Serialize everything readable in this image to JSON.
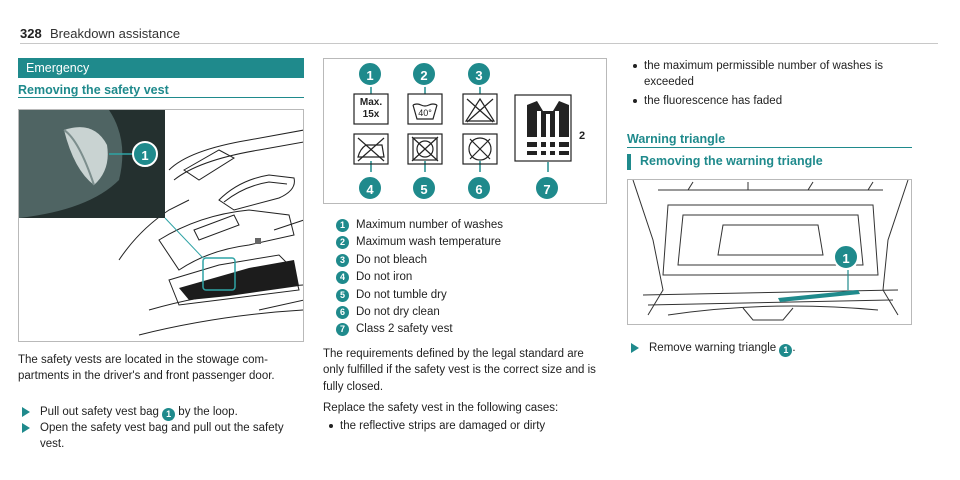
{
  "header": {
    "page_number": "328",
    "section": "Breakdown assistance"
  },
  "left": {
    "banner": "Emergency",
    "heading": "Removing the safety vest",
    "figure": {
      "callout": "1"
    },
    "paragraph": "The safety vests are located in the stowage com-partments in the driver's and front passenger door.",
    "steps": [
      {
        "before": "Pull out safety vest bag ",
        "num": "1",
        "after": " by the loop."
      },
      {
        "text": "Open the safety vest bag and pull out the safety vest."
      }
    ]
  },
  "middle": {
    "figure": {
      "top_callouts": [
        "1",
        "2",
        "3"
      ],
      "bottom_callouts": [
        "4",
        "5",
        "6",
        "7"
      ],
      "max_label_1": "Max.",
      "max_label_2": "15x",
      "temp_label": "40°",
      "class_label": "2"
    },
    "legend": [
      {
        "num": "1",
        "text": "Maximum number of washes"
      },
      {
        "num": "2",
        "text": "Maximum wash temperature"
      },
      {
        "num": "3",
        "text": "Do not bleach"
      },
      {
        "num": "4",
        "text": "Do not iron"
      },
      {
        "num": "5",
        "text": "Do not tumble dry"
      },
      {
        "num": "6",
        "text": "Do not dry clean"
      },
      {
        "num": "7",
        "text": "Class 2 safety vest"
      }
    ],
    "para1": "The requirements defined by the legal standard are only fulfilled if the safety vest is the correct size and is fully closed.",
    "para2": "Replace the safety vest in the following cases:",
    "bullets": [
      "the reflective strips are damaged or dirty"
    ]
  },
  "right": {
    "bullets": [
      "the maximum permissible number of washes is exceeded",
      "the fluorescence has faded"
    ],
    "heading": "Warning triangle",
    "subheading": "Removing the warning triangle",
    "figure": {
      "callout": "1"
    },
    "step": {
      "before": "Remove warning triangle ",
      "num": "1",
      "after": "."
    }
  },
  "colors": {
    "accent": "#1f8a8c"
  }
}
